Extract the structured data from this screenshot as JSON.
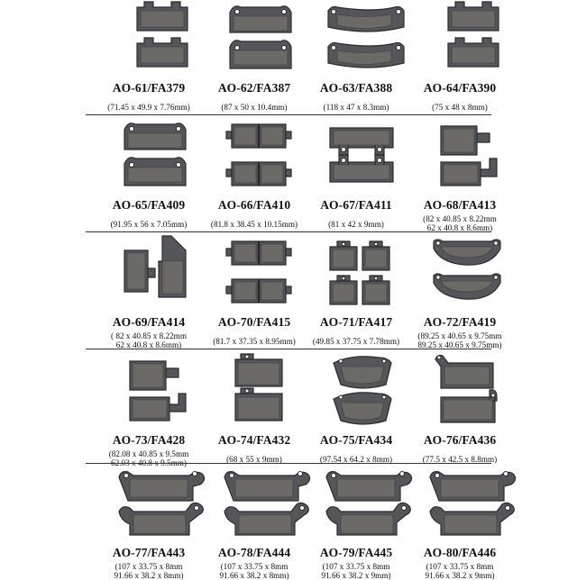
{
  "colors": {
    "pad": "#55565a",
    "pad_edge": "#2b2b2d",
    "lining": "#6b6a66",
    "background": "#ffffff"
  },
  "rows": [
    {
      "items": [
        {
          "code": "AO-61/FA379",
          "dims": [
            "(71.45 x 49.9 x 7.76mm)"
          ],
          "shape": "sportbike"
        },
        {
          "code": "AO-62/FA387",
          "dims": [
            "(87 x 50 x 10.4mm)"
          ],
          "shape": "eared"
        },
        {
          "code": "AO-63/FA388",
          "dims": [
            "(118 x 47 x 8.3mm)"
          ],
          "shape": "wide-curved"
        },
        {
          "code": "AO-64/FA390",
          "dims": [
            "(75 x 48 x 8mm)"
          ],
          "shape": "sportbike"
        }
      ]
    },
    {
      "items": [
        {
          "code": "AO-65/FA409",
          "dims": [
            "(91.95 x 56 x 7.05mm)"
          ],
          "shape": "eared"
        },
        {
          "code": "AO-66/FA410",
          "dims": [
            "(81.8 x 38.45 x 10.15mm)"
          ],
          "shape": "slotted"
        },
        {
          "code": "AO-67/FA411",
          "dims": [
            "(81 x 42 x 9mm)"
          ],
          "shape": "double-ear"
        },
        {
          "code": "AO-68/FA413",
          "dims": [
            "(82 x 40.85 x 8.22mm",
            "62 x 40.8 x 8.6mm)"
          ],
          "shape": "offroad-pair"
        }
      ]
    },
    {
      "items": [
        {
          "code": "AO-69/FA414",
          "dims": [
            "( 82 x 40.85 x 8.22mm",
            "62 x 40.8 x 8.6mm)"
          ],
          "shape": "offroad-side"
        },
        {
          "code": "AO-70/FA415",
          "dims": [
            "(81.7 x 37.35 x 8.95mm)"
          ],
          "shape": "slotted"
        },
        {
          "code": "AO-71/FA417",
          "dims": [
            "(49.85 x 37.75 x 7.78mm)"
          ],
          "shape": "four-pads"
        },
        {
          "code": "AO-72/FA419",
          "dims": [
            "(89.25 x 40.65 x 9.75mm",
            "89.25 x 40.65 x 9.75mm)"
          ],
          "shape": "curved-tab"
        }
      ]
    },
    {
      "items": [
        {
          "code": "AO-73/FA428",
          "dims": [
            "(82.08 x 40.85 x 9.5mm",
            "62.03 x 40.8 x 9.5mm)"
          ],
          "shape": "offroad-pair"
        },
        {
          "code": "AO-74/FA432",
          "dims": [
            "(68 x 55 x 9mm)"
          ],
          "shape": "tall-tab"
        },
        {
          "code": "AO-75/FA434",
          "dims": [
            "(97.54 x 64.2 x 8mm)"
          ],
          "shape": "trapezoid"
        },
        {
          "code": "AO-76/FA436",
          "dims": [
            "(77.5 x 42.5 x 8.8mm)"
          ],
          "shape": "tab-ear"
        }
      ]
    },
    {
      "items": [
        {
          "code": "AO-77/FA443",
          "dims": [
            "(107 x 33.75 x 8mm",
            "91.66 x 38.2 x 8mm)"
          ],
          "shape": "long-hook"
        },
        {
          "code": "AO-78/FA444",
          "dims": [
            "(107 x 33.75 x 8mm",
            "91.66 x 38.2 x 8mm)"
          ],
          "shape": "long-hook"
        },
        {
          "code": "AO-79/FA445",
          "dims": [
            "(107 x 33.75 x 8mm",
            "91.66 x 38.2 x 9mm)"
          ],
          "shape": "long-hook"
        },
        {
          "code": "AO-80/FA446",
          "dims": [
            "(107 x 33.75 x 8mm",
            "91.66 x 38.2 x 9mm)"
          ],
          "shape": "long-hook"
        }
      ]
    }
  ]
}
